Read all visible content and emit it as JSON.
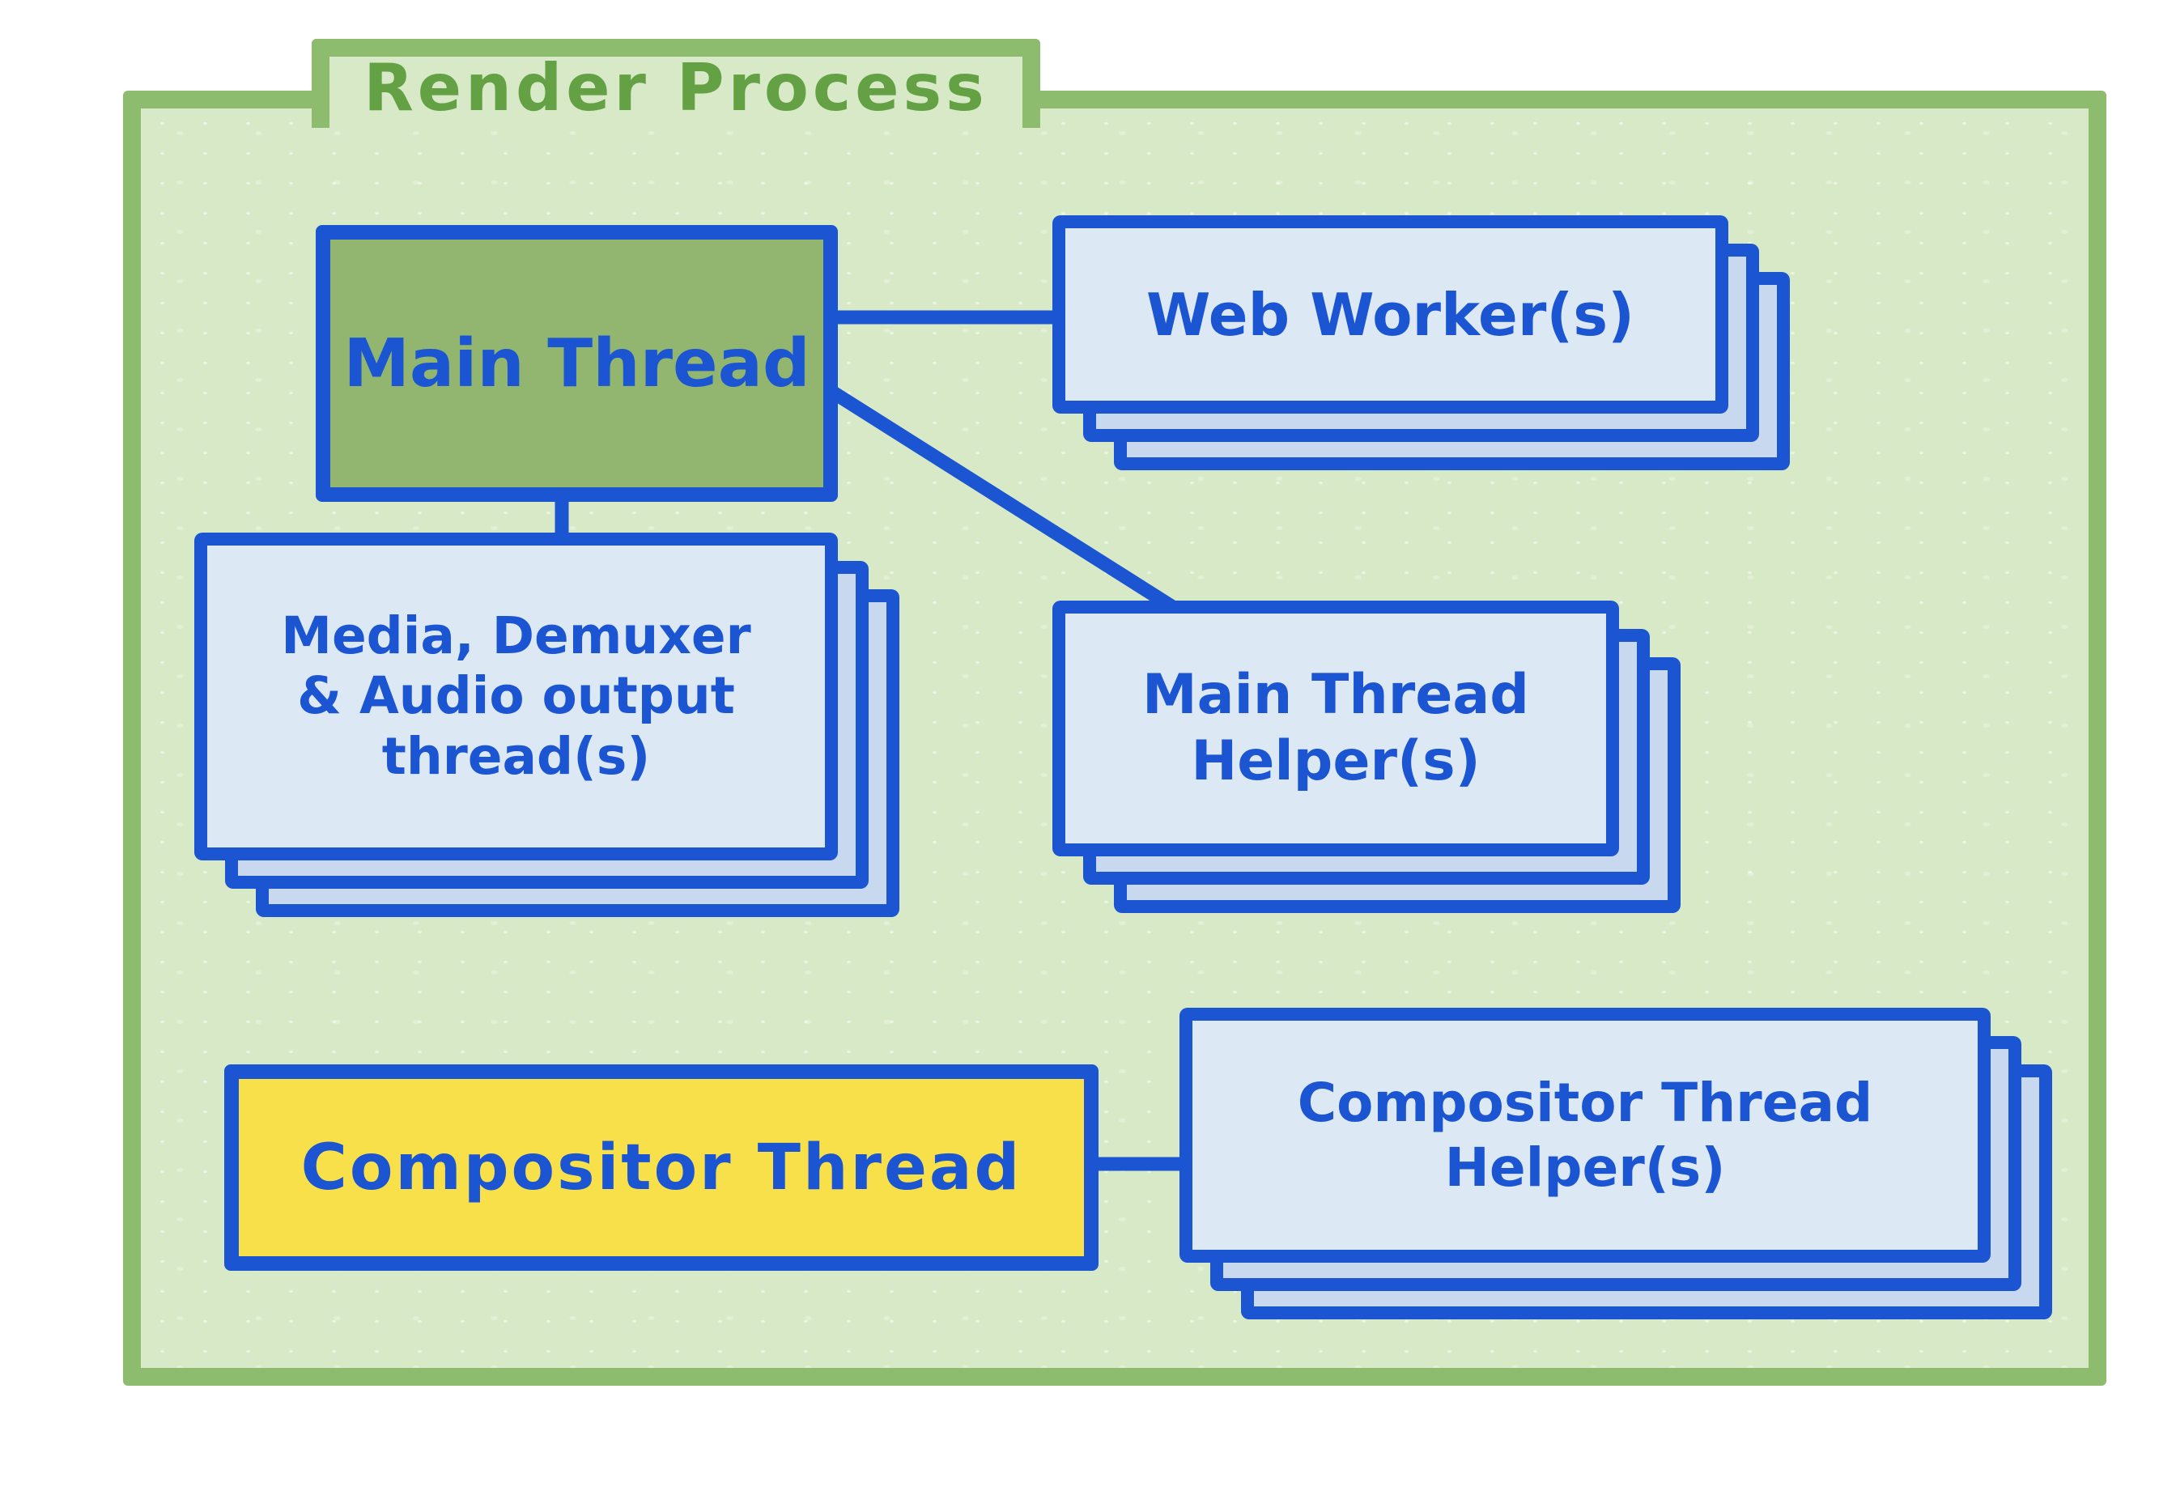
{
  "title": "Render Process",
  "colors": {
    "ink_blue": "#1b55d2",
    "card_front_fill": "#dde8f5",
    "card_back_fill": "#c8d9ef",
    "folder_border_green": "#8ebc6e",
    "folder_fill_green": "#d7e9c6",
    "title_green": "#63a144",
    "main_thread_green": "#92b66f",
    "compositor_yellow": "#f8e04a"
  },
  "nodes": {
    "main_thread": {
      "label": "Main Thread",
      "type": "single",
      "fill": "green"
    },
    "web_workers": {
      "label": "Web Worker(s)",
      "type": "stack"
    },
    "media_threads": {
      "lines": [
        "Media, Demuxer",
        "& Audio output",
        "thread(s)"
      ],
      "type": "stack"
    },
    "main_thread_helpers": {
      "lines": [
        "Main Thread",
        "Helper(s)"
      ],
      "type": "stack"
    },
    "compositor_thread": {
      "label": "Compositor Thread",
      "type": "single",
      "fill": "yellow"
    },
    "compositor_thread_helpers": {
      "lines": [
        "Compositor Thread",
        "Helper(s)"
      ],
      "type": "stack"
    }
  },
  "edges": [
    {
      "from": "main_thread",
      "to": "web_workers"
    },
    {
      "from": "main_thread",
      "to": "media_threads"
    },
    {
      "from": "main_thread",
      "to": "main_thread_helpers"
    },
    {
      "from": "compositor_thread",
      "to": "compositor_thread_helpers"
    }
  ]
}
